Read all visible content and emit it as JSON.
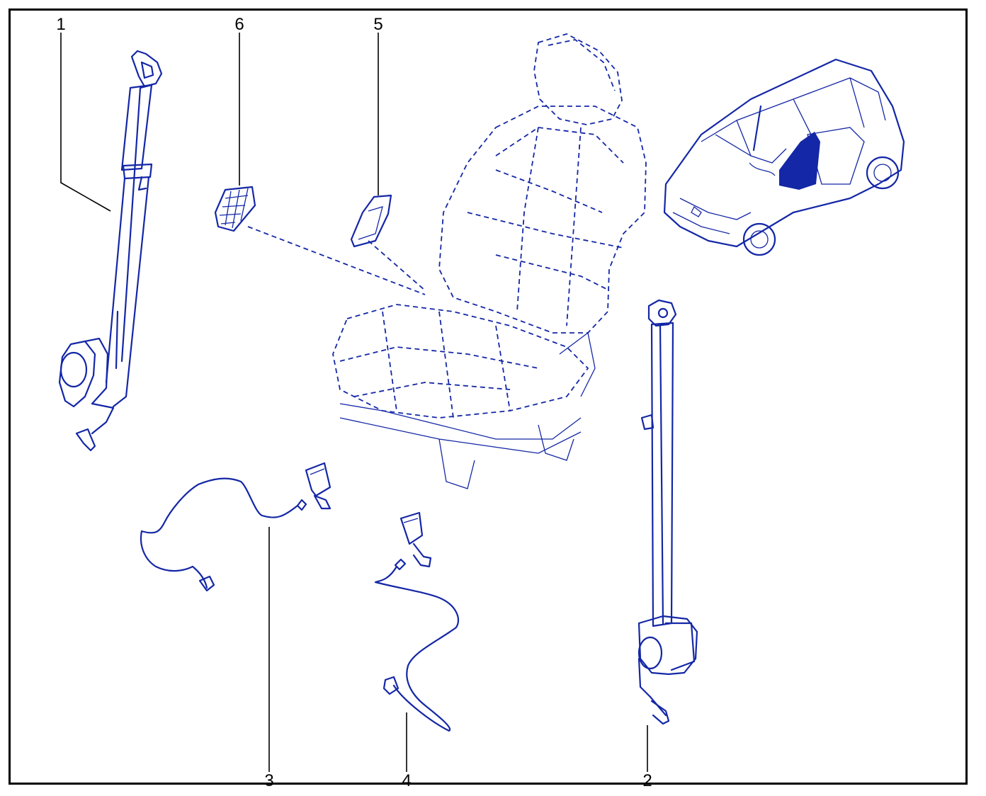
{
  "callouts": [
    {
      "id": "1",
      "label": "1"
    },
    {
      "id": "2",
      "label": "2"
    },
    {
      "id": "3",
      "label": "3"
    },
    {
      "id": "4",
      "label": "4"
    },
    {
      "id": "5",
      "label": "5"
    },
    {
      "id": "6",
      "label": "6"
    }
  ],
  "colors": {
    "line": "#1427a6",
    "frame": "#000000",
    "background": "#ffffff"
  },
  "icons": [
    "seat-belt-retractor",
    "seat-belt-buckle-harness",
    "seat",
    "trim-cover",
    "vehicle-location"
  ]
}
